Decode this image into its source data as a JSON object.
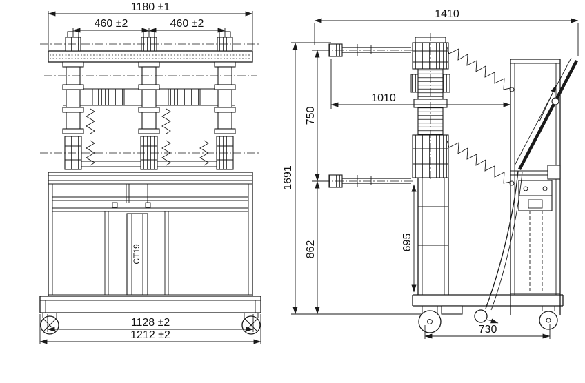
{
  "drawing": {
    "front_view": {
      "dim_overall_width": "1180 ±1",
      "dim_pole_pitch_left": "460 ±2",
      "dim_pole_pitch_right": "460 ±2",
      "dim_wheel_track": "1128 ±2",
      "dim_base_width": "1212 ±2",
      "ct_label": "CT19"
    },
    "side_view": {
      "dim_overall_depth": "1410",
      "dim_terminal_reach": "1010",
      "dim_terminal_spacing": "750",
      "dim_overall_height": "1691",
      "dim_lower_terminal_height": "862",
      "dim_frame_height": "695",
      "dim_wheel_base": "730"
    }
  }
}
